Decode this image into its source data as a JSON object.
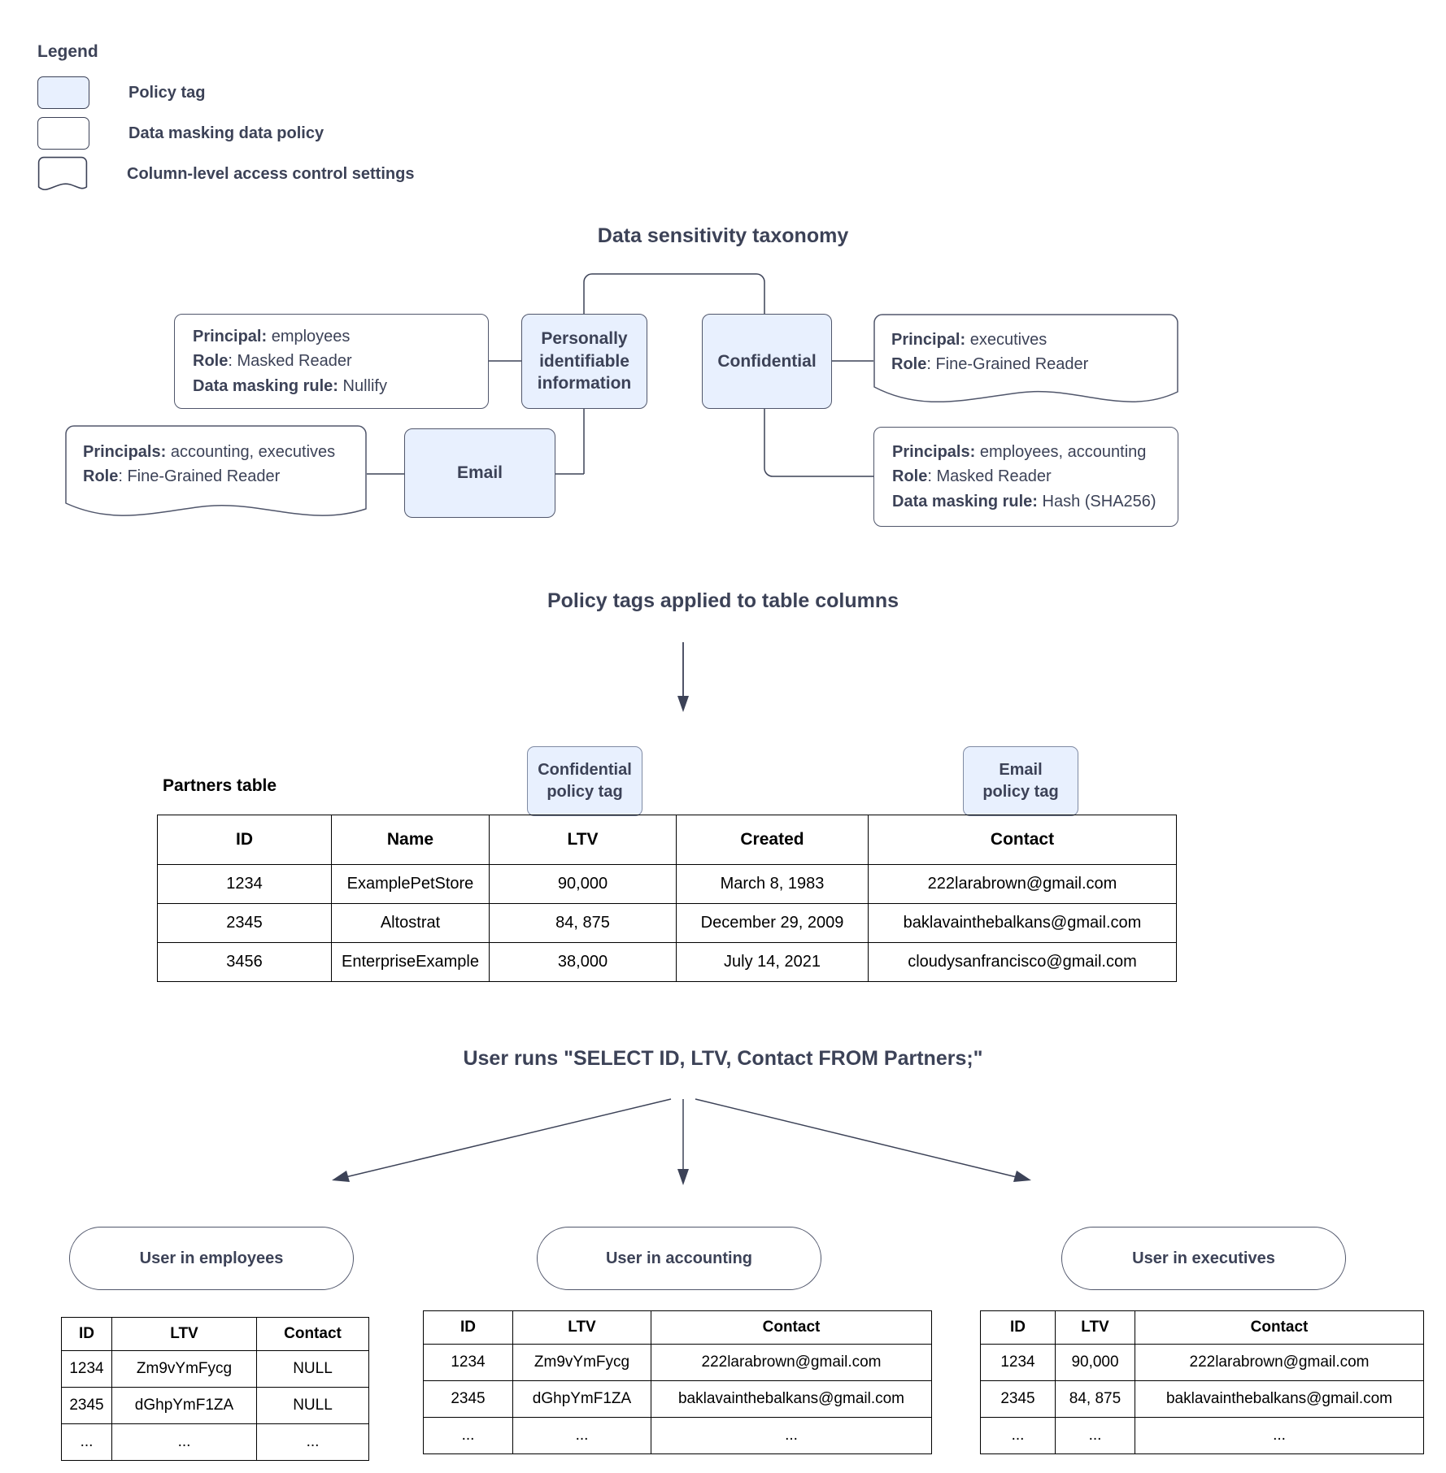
{
  "legend": {
    "title": "Legend",
    "items": [
      {
        "swatch": "policy-tag",
        "label": "Policy tag"
      },
      {
        "swatch": "data-masking-policy",
        "label": "Data masking data policy"
      },
      {
        "swatch": "column-access-control",
        "label": "Column-level access control settings"
      }
    ]
  },
  "colors": {
    "policy_tag_fill": "#e8f0fe",
    "box_stroke": "#50566b",
    "text": "#3c4257",
    "table_stroke": "#000000"
  },
  "taxonomy": {
    "title": "Data sensitivity taxonomy",
    "tags": [
      {
        "id": "pii",
        "label": "Personally identifiable information"
      },
      {
        "id": "confidential",
        "label": "Confidential"
      },
      {
        "id": "email",
        "label": "Email"
      }
    ],
    "pii_masking_policy": {
      "line1_label": "Principal:",
      "line1_value": " employees",
      "line2_label": "Role",
      "line2_value": ": Masked Reader",
      "line3_label": "Data masking rule:",
      "line3_value": " Nullify"
    },
    "email_access_control": {
      "line1_label": "Principals:",
      "line1_value": " accounting, executives",
      "line2_label": "Role",
      "line2_value": ": Fine-Grained Reader"
    },
    "confidential_access_control": {
      "line1_label": "Principal:",
      "line1_value": " executives",
      "line2_label": "Role",
      "line2_value": ": Fine-Grained Reader"
    },
    "confidential_masking_policy": {
      "line1_label": "Principals:",
      "line1_value": " employees, accounting",
      "line2_label": "Role",
      "line2_value": ": Masked Reader",
      "line3_label": "Data masking rule:",
      "line3_value": " Hash (SHA256)"
    }
  },
  "applied": {
    "heading": "Policy tags applied to table columns",
    "table_label": "Partners table",
    "tags": [
      {
        "id": "confidential-policy-tag",
        "line1": "Confidential",
        "line2": "policy tag"
      },
      {
        "id": "email-policy-tag",
        "line1": "Email",
        "line2": "policy tag"
      }
    ],
    "columns": [
      "ID",
      "Name",
      "LTV",
      "Created",
      "Contact"
    ],
    "rows": [
      [
        "1234",
        "ExamplePetStore",
        "90,000",
        "March 8, 1983",
        "222larabrown@gmail.com"
      ],
      [
        "2345",
        "Altostrat",
        "84, 875",
        "December 29, 2009",
        "baklavainthebalkans@gmail.com"
      ],
      [
        "3456",
        "EnterpriseExample",
        "38,000",
        "July 14, 2021",
        "cloudysanfrancisco@gmail.com"
      ]
    ]
  },
  "query": {
    "heading": "User runs \"SELECT ID, LTV, Contact FROM Partners;\""
  },
  "results": [
    {
      "persona": "User in employees",
      "columns": [
        "ID",
        "LTV",
        "Contact"
      ],
      "rows": [
        [
          "1234",
          "Zm9vYmFycg",
          "NULL"
        ],
        [
          "2345",
          "dGhpYmF1ZA",
          "NULL"
        ],
        [
          "...",
          "...",
          "..."
        ]
      ]
    },
    {
      "persona": "User in accounting",
      "columns": [
        "ID",
        "LTV",
        "Contact"
      ],
      "rows": [
        [
          "1234",
          "Zm9vYmFycg",
          "222larabrown@gmail.com"
        ],
        [
          "2345",
          "dGhpYmF1ZA",
          "baklavainthebalkans@gmail.com"
        ],
        [
          "...",
          "...",
          "..."
        ]
      ]
    },
    {
      "persona": "User in executives",
      "columns": [
        "ID",
        "LTV",
        "Contact"
      ],
      "rows": [
        [
          "1234",
          "90,000",
          "222larabrown@gmail.com"
        ],
        [
          "2345",
          "84, 875",
          "baklavainthebalkans@gmail.com"
        ],
        [
          "...",
          "...",
          "..."
        ]
      ]
    }
  ]
}
